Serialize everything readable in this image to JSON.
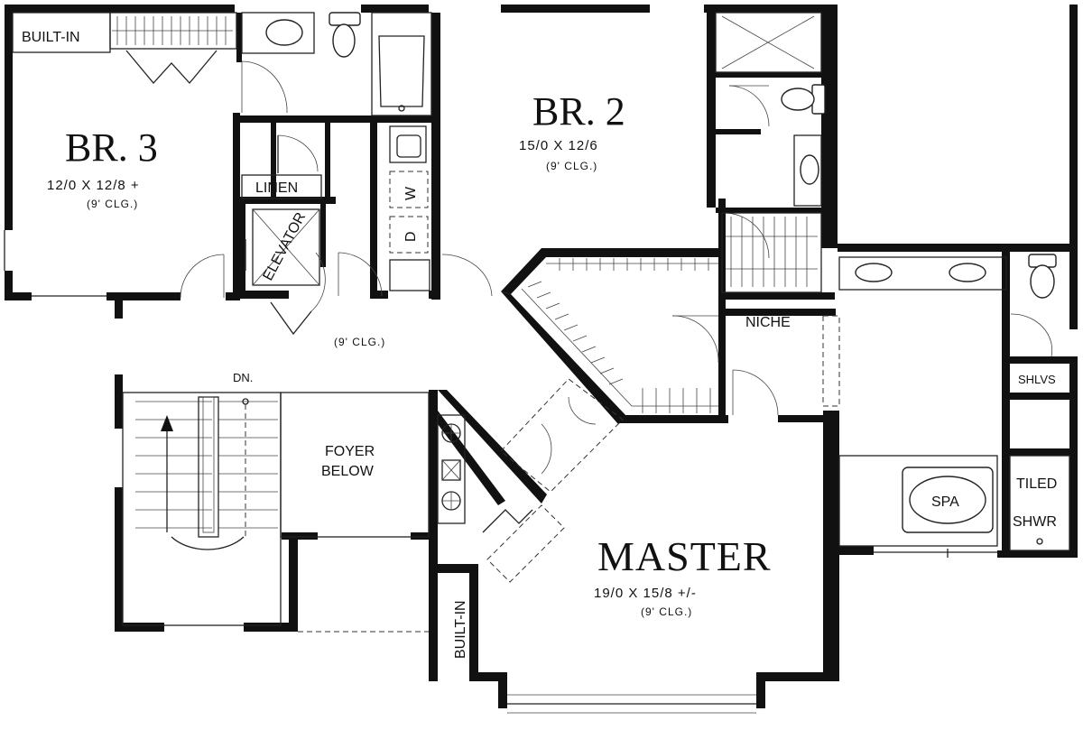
{
  "rooms": {
    "br3": {
      "name": "BR. 3",
      "dims": "12/0  X  12/8  +",
      "ceiling": "(9' CLG.)"
    },
    "br2": {
      "name": "BR. 2",
      "dims": "15/0  X  12/6",
      "ceiling": "(9' CLG.)"
    },
    "master": {
      "name": "MASTER",
      "dims": "19/0  X  15/8  +/-",
      "ceiling": "(9' CLG.)"
    },
    "hall": {
      "ceiling": "(9' CLG.)"
    }
  },
  "labels": {
    "built_in_top": "BUILT-IN",
    "built_in_bottom": "BUILT-IN",
    "linen": "LINEN",
    "elevator": "ELEVATOR",
    "washer": "W",
    "dryer": "D",
    "niche": "NICHE",
    "shlvs": "SHLVS",
    "spa": "SPA",
    "tiled": "TILED",
    "shwr": "SHWR",
    "foyer_line1": "FOYER",
    "foyer_line2": "BELOW",
    "stairs_dn": "DN."
  }
}
